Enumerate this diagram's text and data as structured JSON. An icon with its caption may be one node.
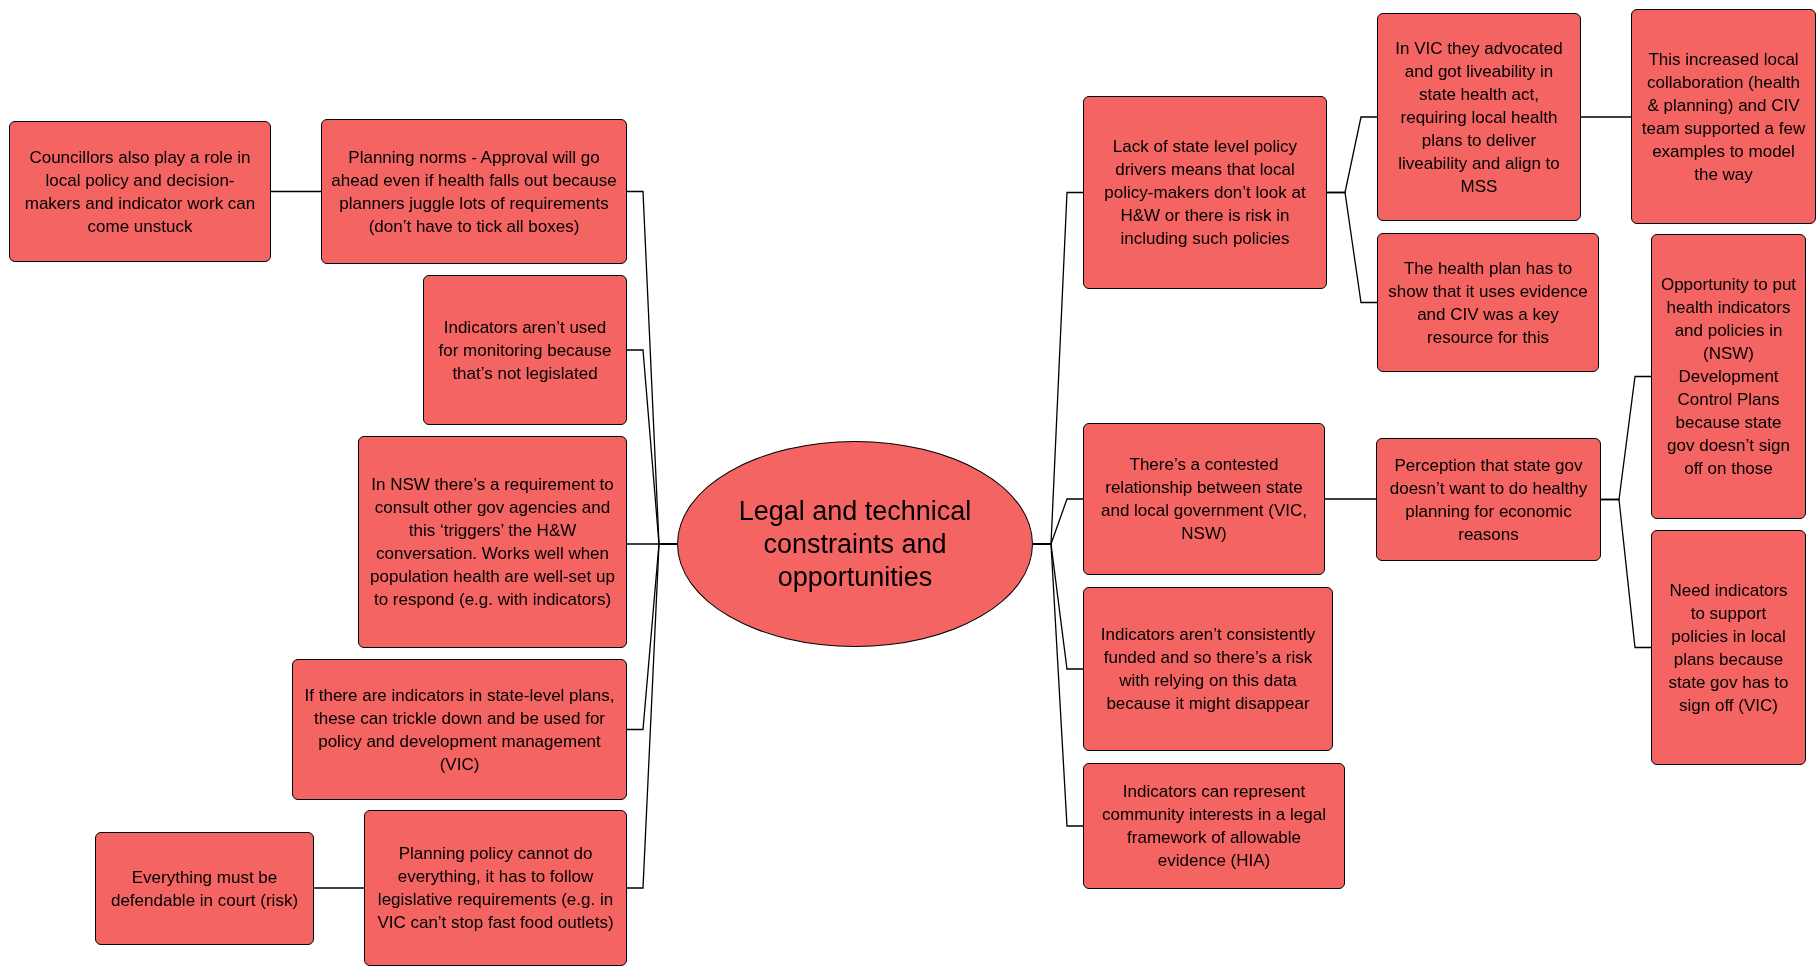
{
  "diagram": {
    "nodes": [
      {
        "text": [
          "Legal and technical constraints and opportunities"
        ]
      },
      {
        "text": [
          "Planning norms - Approval will go ahead even if health falls out because planners juggle lots of requirements (don’t have to tick all boxes)"
        ]
      },
      {
        "text": [
          "Councillors also play a role in local policy and decision-makers and indicator work can come unstuck"
        ]
      },
      {
        "text": [
          "Indicators aren’t used for monitoring because that’s not legislated"
        ]
      },
      {
        "text": [
          "In NSW there’s a requirement to consult other gov agencies and this ‘triggers’ the H&W conversation. Works well when population health are well-set up to respond (e.g. with indicators)"
        ]
      },
      {
        "text": [
          "If there are indicators in state-level plans, these can trickle down and be used for policy and development management (VIC)"
        ]
      },
      {
        "text": [
          "Planning policy cannot do everything, it has to follow legislative requirements (e.g. in VIC can’t stop fast food outlets)"
        ]
      },
      {
        "text": [
          "Everything must be defendable in court (risk)"
        ]
      },
      {
        "text": [
          "Lack of state level policy drivers means that local policy-makers don’t look at H&W or there is risk in including such policies"
        ]
      },
      {
        "text": [
          "In VIC they advocated and got liveability in state health act, requiring local health plans to deliver liveability and align to MSS"
        ]
      },
      {
        "text": [
          "This increased local collaboration (health & planning) and CIV team supported a few examples to model the way"
        ]
      },
      {
        "text": [
          "The health plan has to show that it uses evidence and CIV was a key resource for this"
        ]
      },
      {
        "text": [
          "There’s a contested relationship between state and local government (VIC, NSW)"
        ]
      },
      {
        "text": [
          "Perception that state gov doesn’t want to do healthy planning for economic reasons"
        ]
      },
      {
        "text": [
          "Opportunity to put health indicators and policies in (NSW) Development Control Plans because state gov doesn’t sign off on those"
        ]
      },
      {
        "text": [
          "Need indicators to support policies in local plans because state gov has to sign off (VIC)"
        ]
      },
      {
        "text": [
          "Indicators aren’t consistently funded and so there’s a risk with relying on this data because it might disappear"
        ]
      },
      {
        "text": [
          "Indicators can represent community interests in a legal framework of allowable evidence (HIA)"
        ]
      }
    ],
    "edges": [
      {
        "from": 0,
        "to": 1,
        "arrow": "none"
      },
      {
        "from": 1,
        "to": 2,
        "arrow": "none"
      },
      {
        "from": 0,
        "to": 3,
        "arrow": "none"
      },
      {
        "from": 0,
        "to": 4,
        "arrow": "none"
      },
      {
        "from": 0,
        "to": 5,
        "arrow": "none"
      },
      {
        "from": 0,
        "to": 6,
        "arrow": "none"
      },
      {
        "from": 6,
        "to": 7,
        "arrow": "none"
      },
      {
        "from": 0,
        "to": 8,
        "arrow": "none"
      },
      {
        "from": 8,
        "to": 9,
        "arrow": "none"
      },
      {
        "from": 9,
        "to": 10,
        "arrow": "none"
      },
      {
        "from": 8,
        "to": 11,
        "arrow": "none"
      },
      {
        "from": 0,
        "to": 12,
        "arrow": "none"
      },
      {
        "from": 12,
        "to": 13,
        "arrow": "none"
      },
      {
        "from": 13,
        "to": 14,
        "arrow": "none"
      },
      {
        "from": 13,
        "to": 15,
        "arrow": "none"
      },
      {
        "from": 0,
        "to": 16,
        "arrow": "none"
      },
      {
        "from": 0,
        "to": 17,
        "arrow": "none"
      }
    ]
  }
}
